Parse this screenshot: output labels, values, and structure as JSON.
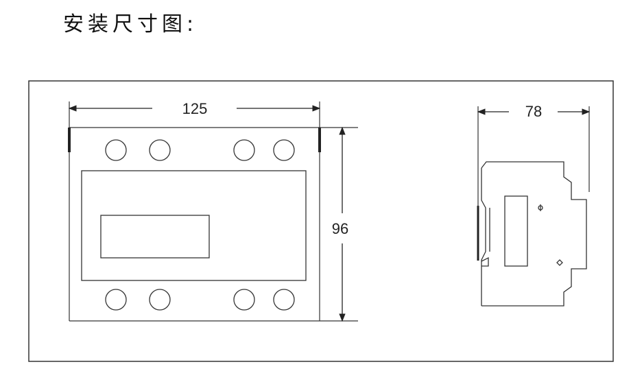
{
  "page_title": "安装尺寸图:",
  "dimensions": {
    "front_width": "125",
    "front_height": "96",
    "side_depth": "78"
  }
}
